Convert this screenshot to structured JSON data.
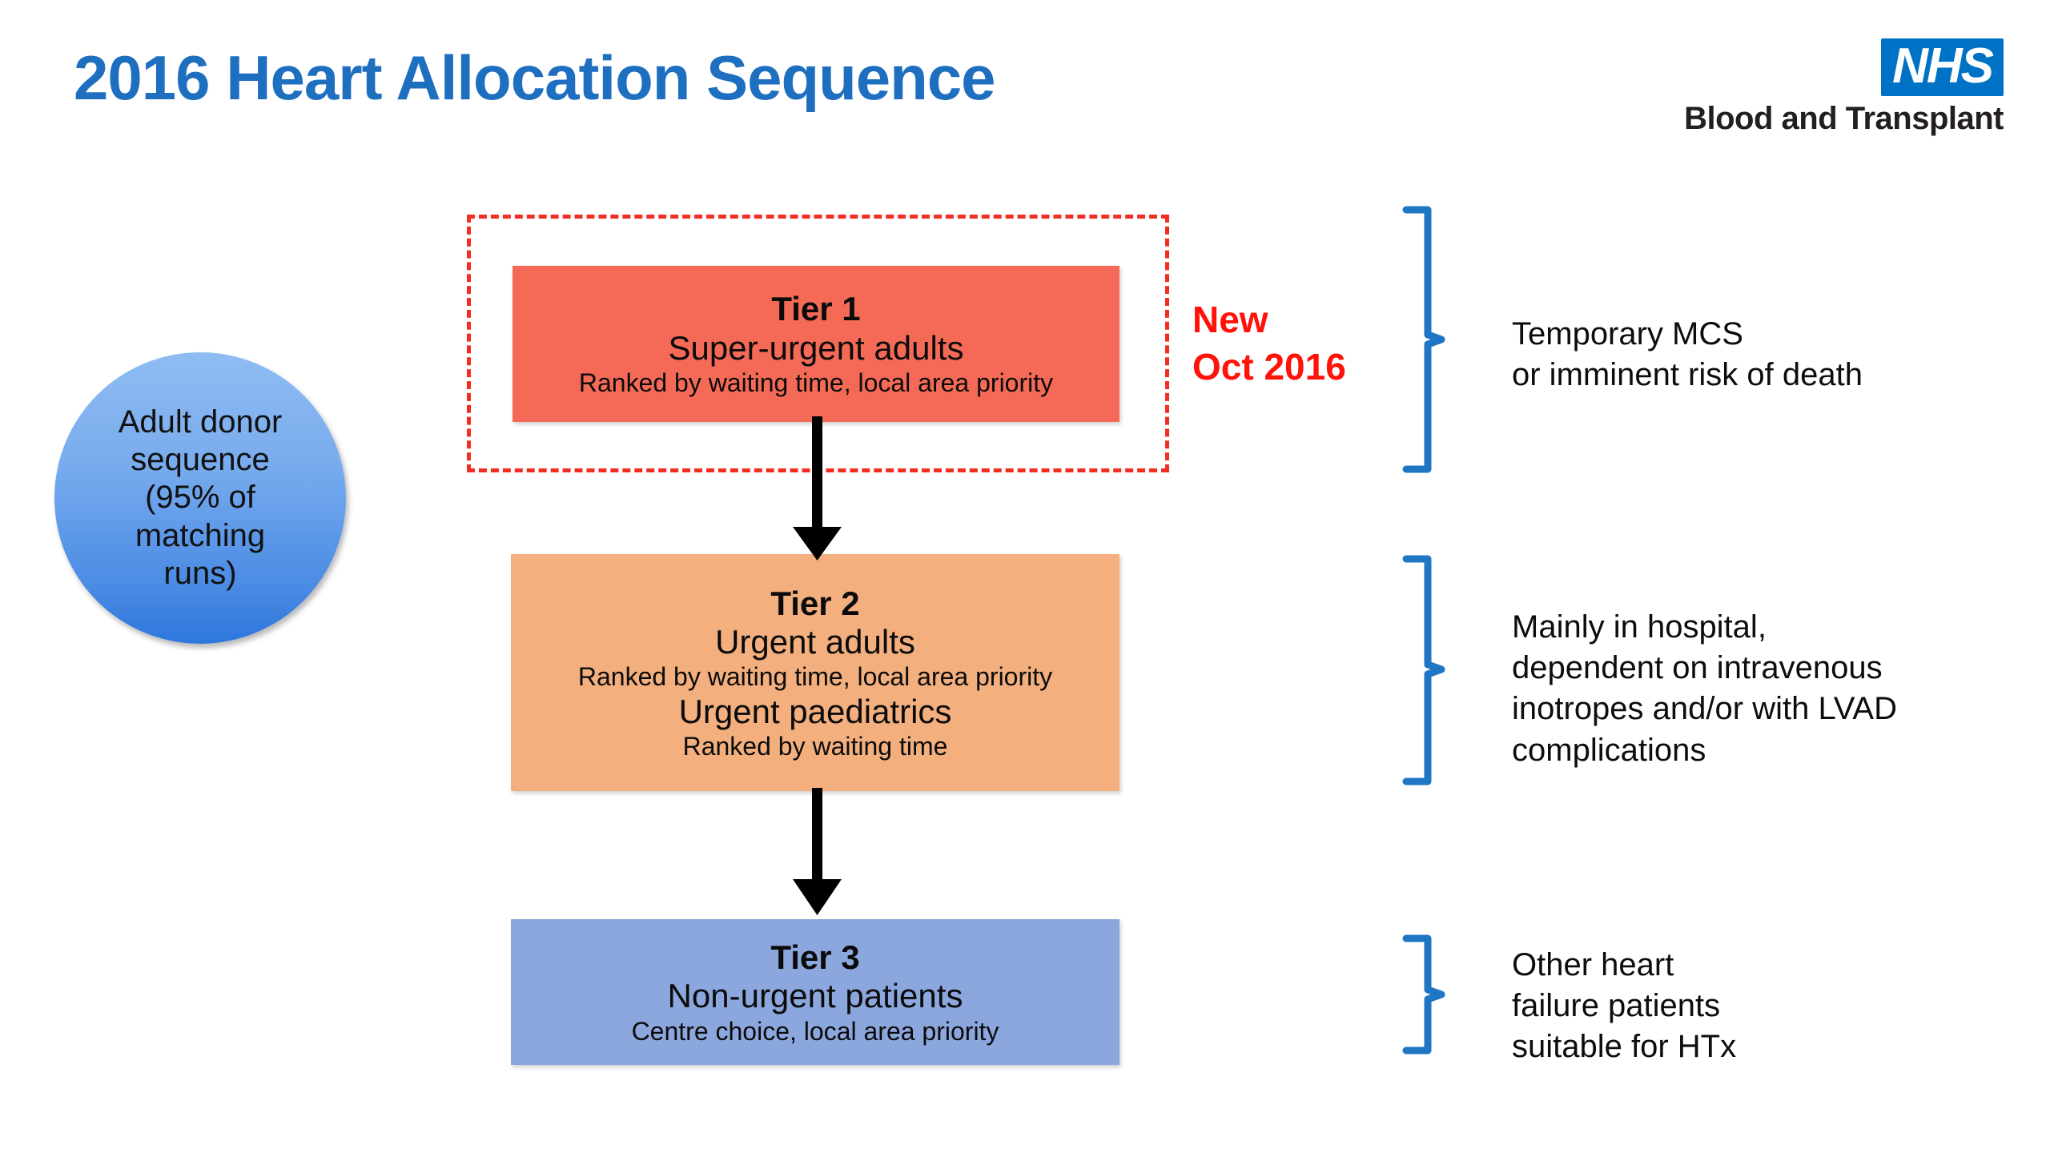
{
  "slide": {
    "title": "2016 Heart Allocation Sequence"
  },
  "logo": {
    "badge_text": "NHS",
    "sub_text": "Blood and Transplant",
    "badge_color": "#0072C6"
  },
  "donor_circle": {
    "lines": [
      "Adult donor",
      "sequence",
      "(95% of",
      "matching",
      "runs)"
    ],
    "fill_top": "#8FBCF2",
    "fill_bottom": "#2E77DC"
  },
  "callout": {
    "line1": "New",
    "line2": "Oct 2016",
    "color": "#FF1208"
  },
  "highlight_box": {
    "border_style": "dashed",
    "border_color": "#F42D23"
  },
  "tiers": [
    {
      "id": "tier1",
      "title": "Tier 1",
      "main": "Super-urgent adults",
      "sub": "Ranked by waiting time, local area priority",
      "main2": "",
      "sub2": "",
      "color": "#F56A56"
    },
    {
      "id": "tier2",
      "title": "Tier 2",
      "main": "Urgent adults",
      "sub": "Ranked by waiting time, local area priority",
      "main2": "Urgent paediatrics",
      "sub2": "Ranked by waiting time",
      "color": "#F3AF7E"
    },
    {
      "id": "tier3",
      "title": "Tier 3",
      "main": "Non-urgent patients",
      "sub": "Centre choice, local area priority",
      "main2": "",
      "sub2": "",
      "color": "#8CA7DE"
    }
  ],
  "annotations": [
    {
      "lines": [
        "Temporary MCS",
        "or imminent risk of death"
      ],
      "brace_color": "#1F76C4"
    },
    {
      "lines": [
        "Mainly in hospital,",
        "dependent on intravenous",
        "inotropes and/or with LVAD",
        "complications"
      ],
      "brace_color": "#1F76C4"
    },
    {
      "lines": [
        "Other heart",
        "failure patients",
        "suitable for HTx"
      ],
      "brace_color": "#1F76C4"
    }
  ],
  "arrows": {
    "color": "#000000",
    "count": 2
  }
}
